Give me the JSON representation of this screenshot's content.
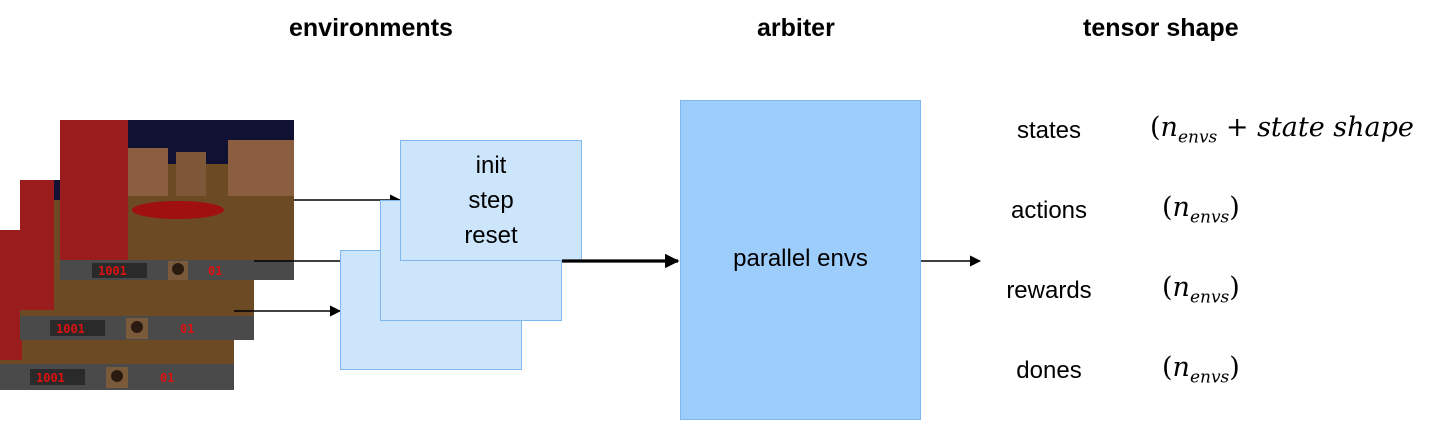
{
  "headings": {
    "environments": "environments",
    "arbiter": "arbiter",
    "tensor_shape": "tensor shape"
  },
  "game_hud": {
    "ammo": "1001",
    "count": "01"
  },
  "functions": {
    "init": "init",
    "step": "step",
    "reset": "reset"
  },
  "arbiter_box": {
    "label": "parallel envs"
  },
  "tensors": [
    {
      "label": "states",
      "shape_var": "n",
      "shape_sub": "envs",
      "shape_rest": "state shape"
    },
    {
      "label": "actions",
      "shape_var": "n",
      "shape_sub": "envs"
    },
    {
      "label": "rewards",
      "shape_var": "n",
      "shape_sub": "envs"
    },
    {
      "label": "dones",
      "shape_var": "n",
      "shape_sub": "envs"
    }
  ],
  "colors": {
    "box_light": "#cce5fb",
    "box_border": "#7fb8ec",
    "arbiter_fill": "#9dcdfa",
    "game_floor": "#6b4a24",
    "game_wall": "#9a1c1c",
    "game_sky": "#111133"
  }
}
